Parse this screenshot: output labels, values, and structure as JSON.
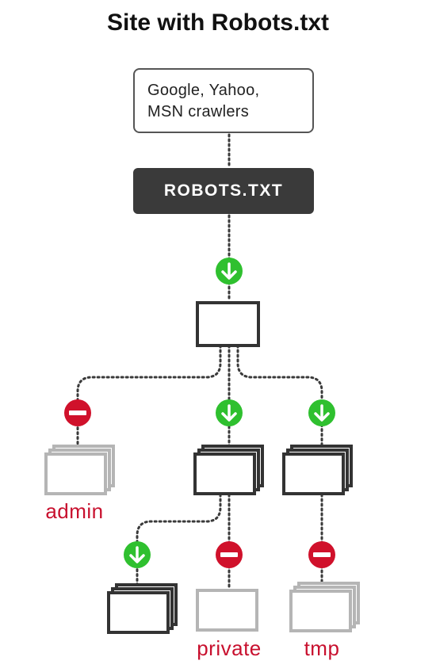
{
  "title": "Site with Robots.txt",
  "crawlers": {
    "line1": "Google, Yahoo,",
    "line2": "MSN crawlers"
  },
  "robots_file": "ROBOTS.TXT",
  "folders": {
    "admin": "admin",
    "private": "private",
    "tmp": "tmp"
  },
  "colors": {
    "allowed": "#2fc02f",
    "blocked": "#d0112b",
    "label": "#c8102e",
    "dark_box": "#3a3a3a",
    "active_page": "#333333",
    "blocked_page": "#b5b5b5"
  },
  "icons": {
    "allowed": "down-arrow-icon",
    "blocked": "no-entry-icon"
  }
}
